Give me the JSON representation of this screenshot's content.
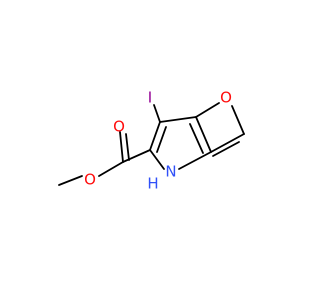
{
  "molecule": {
    "atoms": {
      "iodine": {
        "label": "I",
        "color": "#940094"
      },
      "ring_oxygen": {
        "label": "O",
        "color": "#ff0d0d"
      },
      "carbonyl_oxygen": {
        "label": "O",
        "color": "#ff0d0d"
      },
      "ester_oxygen": {
        "label": "O",
        "color": "#ff0d0d"
      },
      "nitrogen": {
        "label": "N",
        "color": "#3050f8"
      },
      "nitrogen_hydrogen": {
        "label": "H",
        "color": "#3050f8"
      }
    },
    "bond_color": "#000000"
  }
}
